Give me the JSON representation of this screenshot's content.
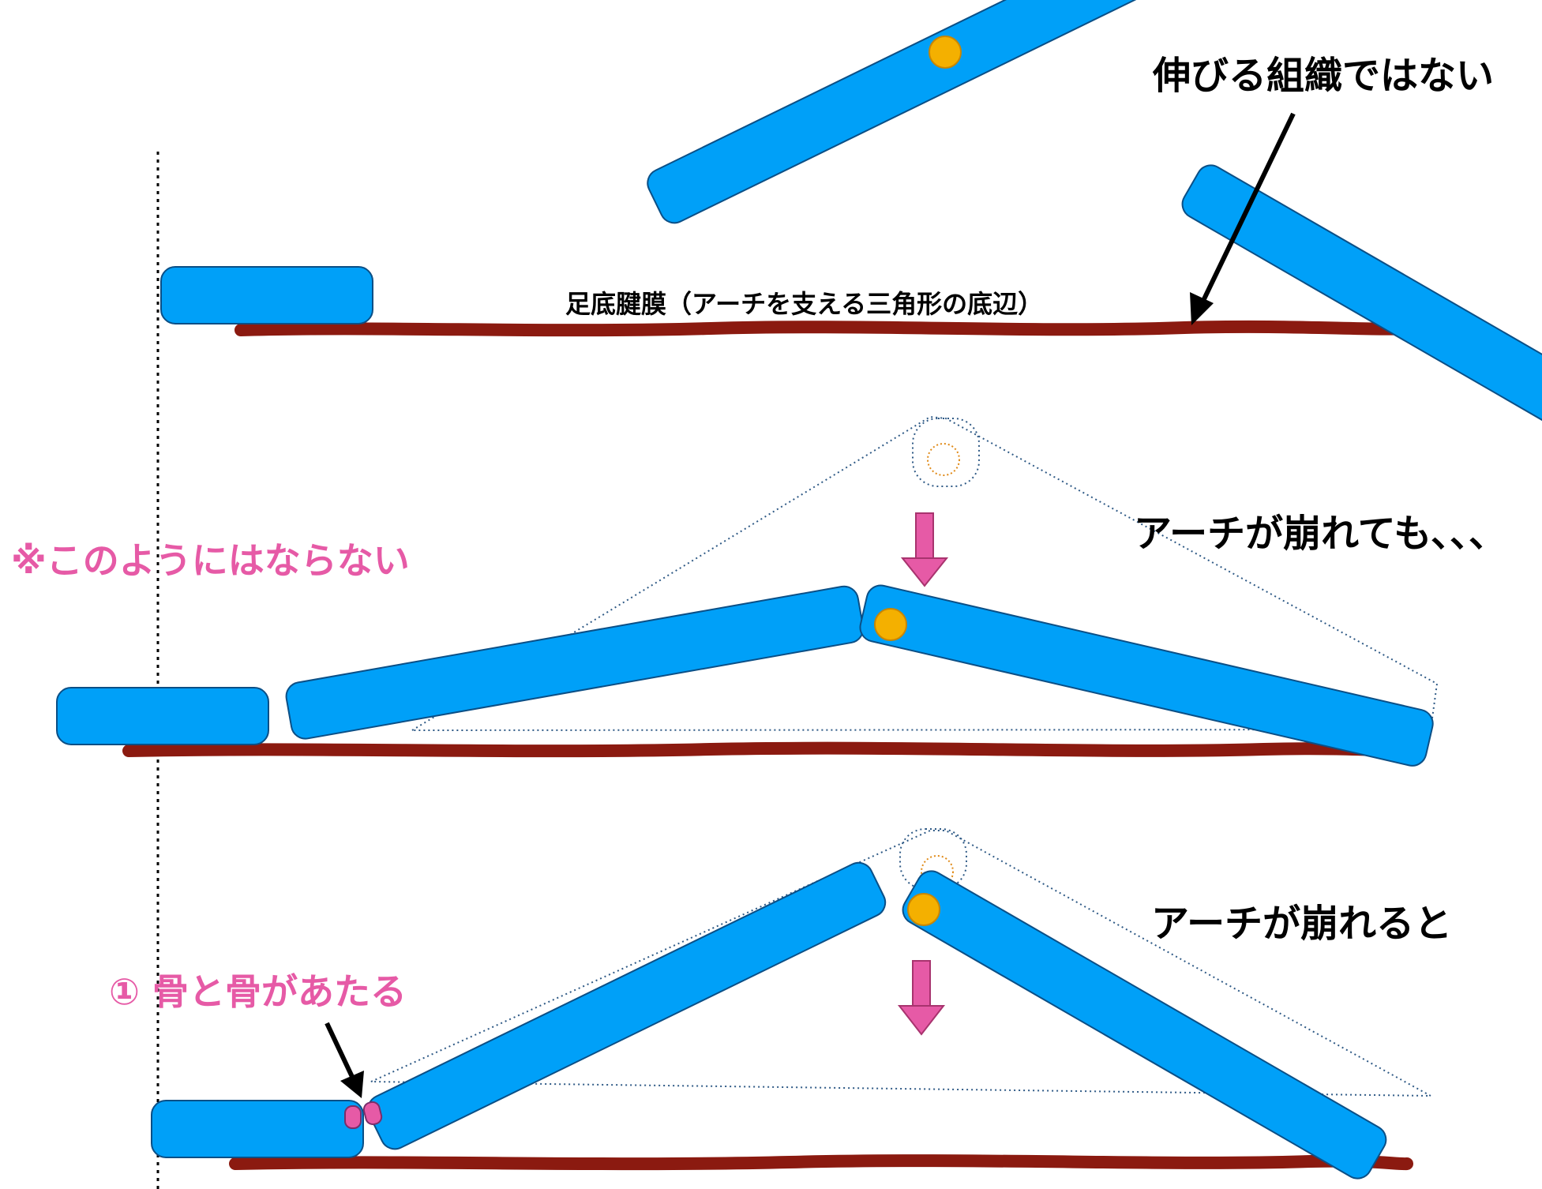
{
  "labels": {
    "not_stretchy": "伸びる組織ではない",
    "plantar_fascia": "足底腱膜（アーチを支える三角形の底辺）",
    "arch_collapse_even": "アーチが崩れても､､､",
    "not_like_this": "※このようにはならない",
    "arch_collapse_then": "アーチが崩れると",
    "bones_hit": "① 骨と骨があたる"
  },
  "colors": {
    "bone_fill": "#00a0f8",
    "bone_stroke": "#0b4f86",
    "joint": "#f4b000",
    "fascia": "#8b1a10",
    "pink": "#e65aa6",
    "arrow_black": "#000000",
    "ghost_outline": "#2f5a86"
  }
}
